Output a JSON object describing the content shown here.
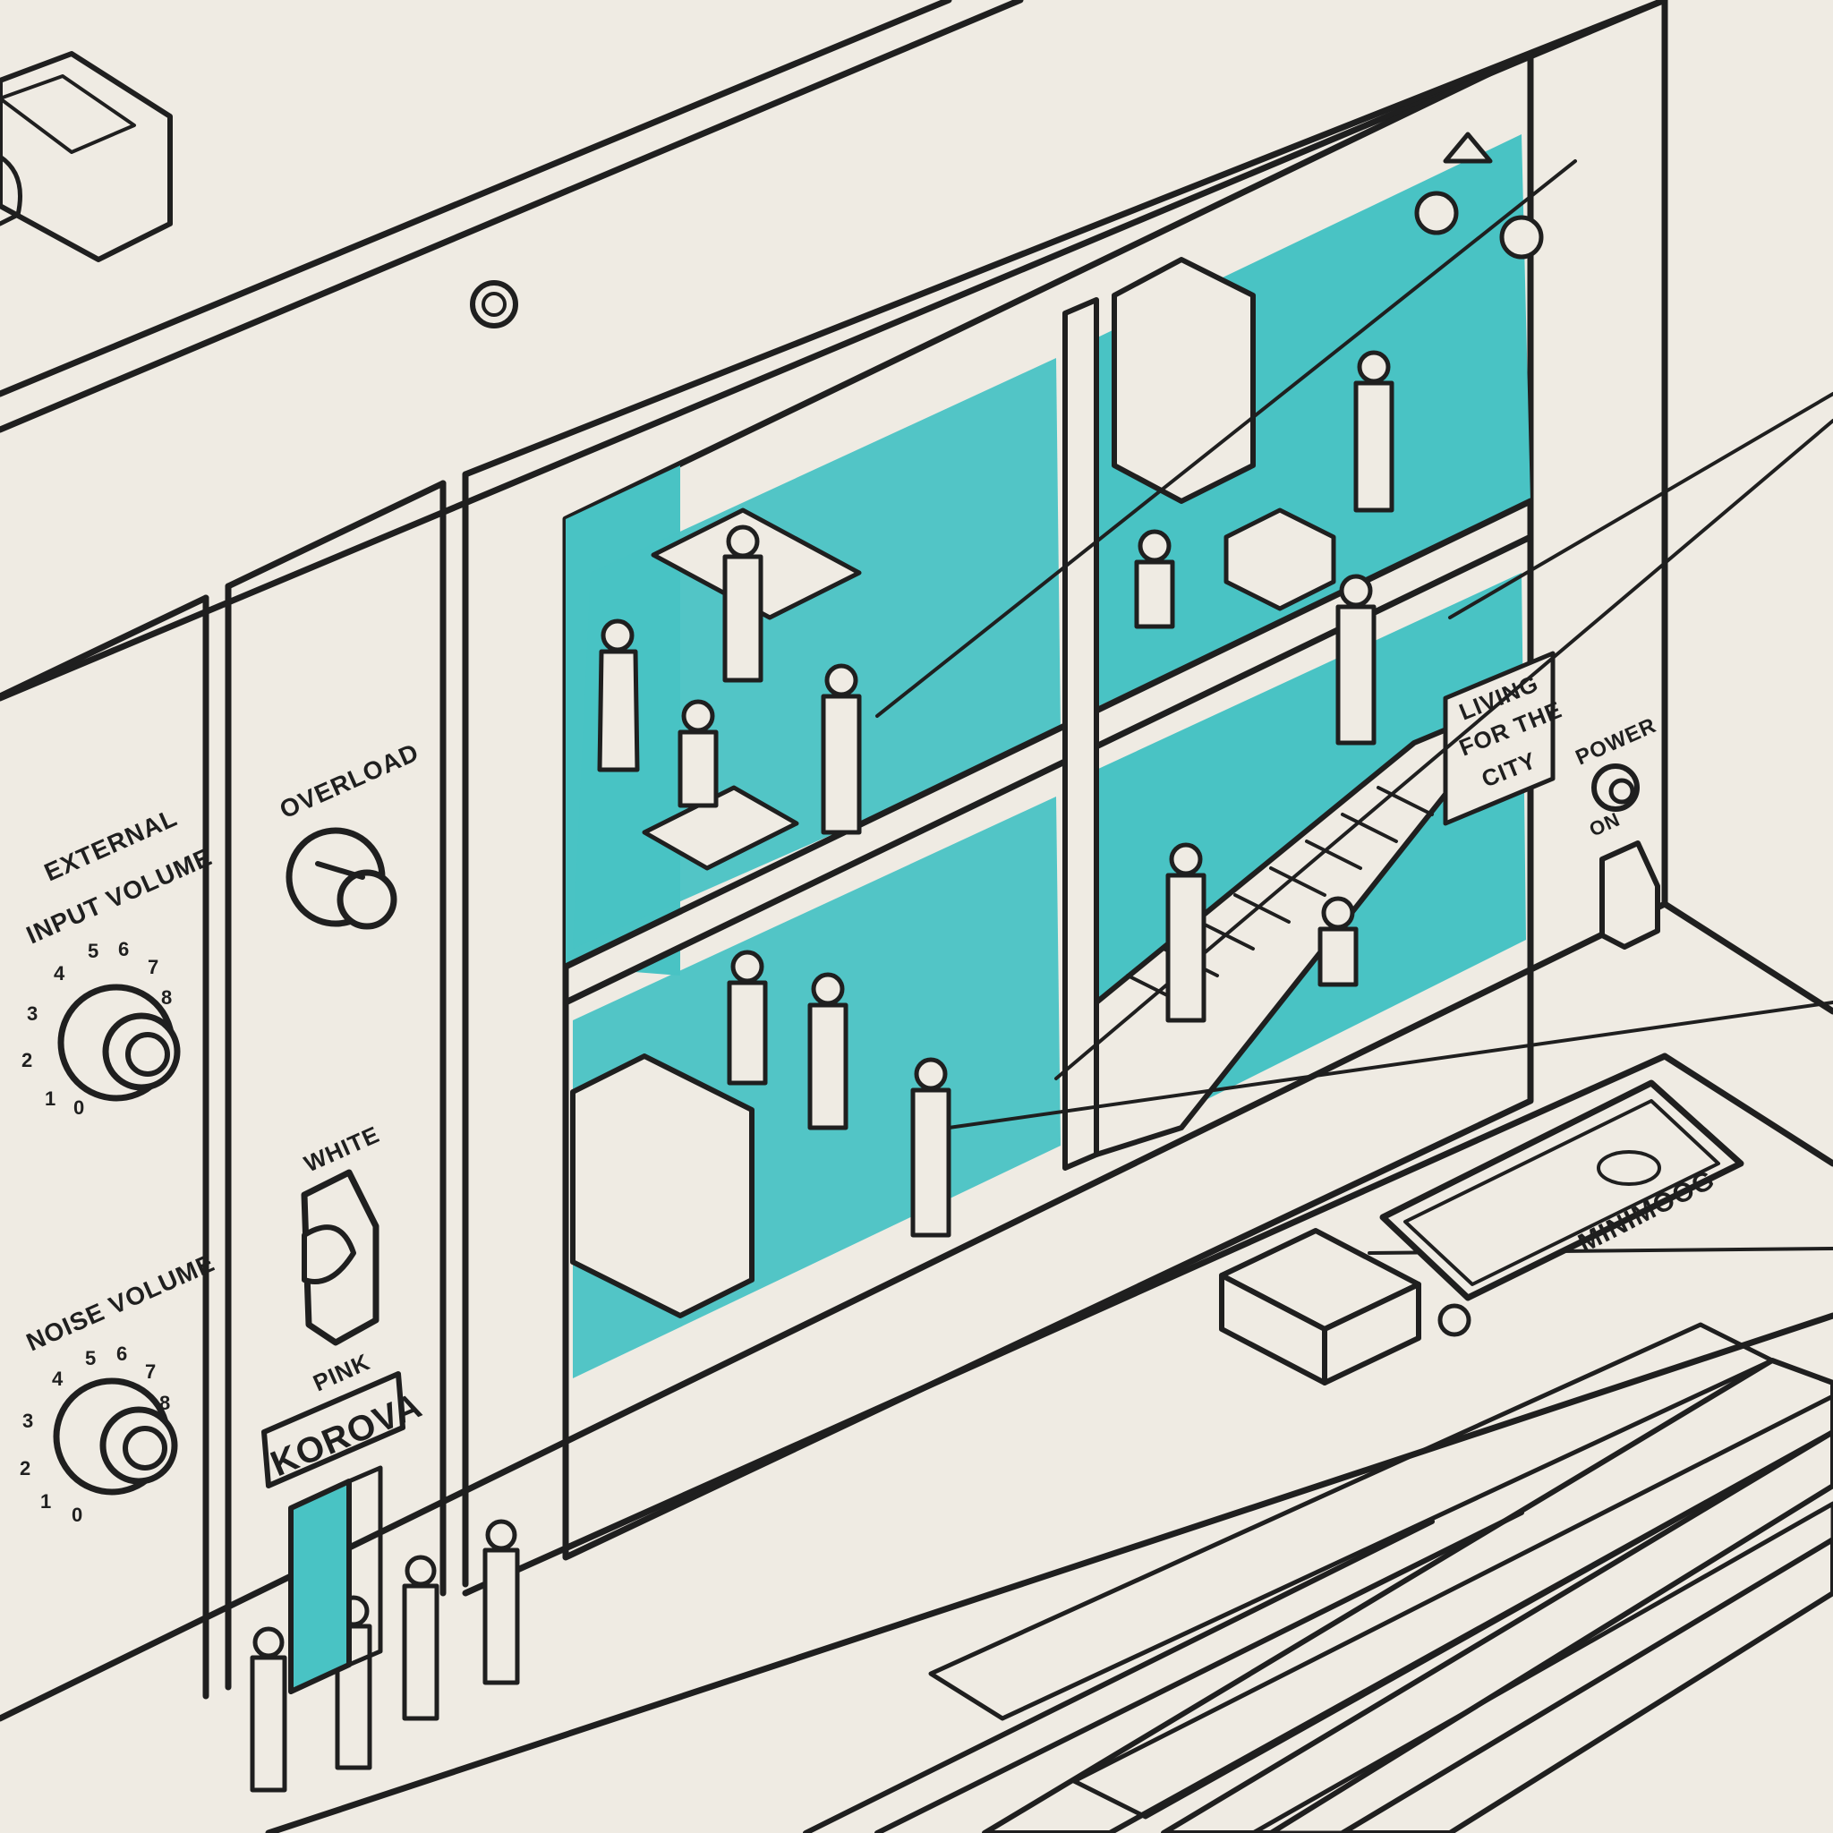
{
  "colors": {
    "background": "#efebe3",
    "ink": "#1f1f1f",
    "accent_teal": "#49c3c4",
    "halftone": "#b9b5ae"
  },
  "labels": {
    "external_input_line1": "EXTERNAL",
    "external_input_line2": "INPUT VOLUME",
    "noise_volume": "NOISE VOLUME",
    "overload": "OVERLOAD",
    "white": "WHITE",
    "pink": "PINK",
    "korova": "KOROVA",
    "power": "POWER",
    "on": "ON",
    "minimoog": "MINIMOOG",
    "poster_line1": "LIVING",
    "poster_line2": "FOR THE",
    "poster_line3": "CITY"
  },
  "knob_scale": [
    "0",
    "1",
    "2",
    "3",
    "4",
    "5",
    "6",
    "7",
    "8"
  ],
  "icons": {
    "knob": "rotary-knob-icon",
    "toggle": "rocker-switch-icon",
    "power_light": "power-lamp-icon",
    "screw": "screw-head-icon"
  }
}
